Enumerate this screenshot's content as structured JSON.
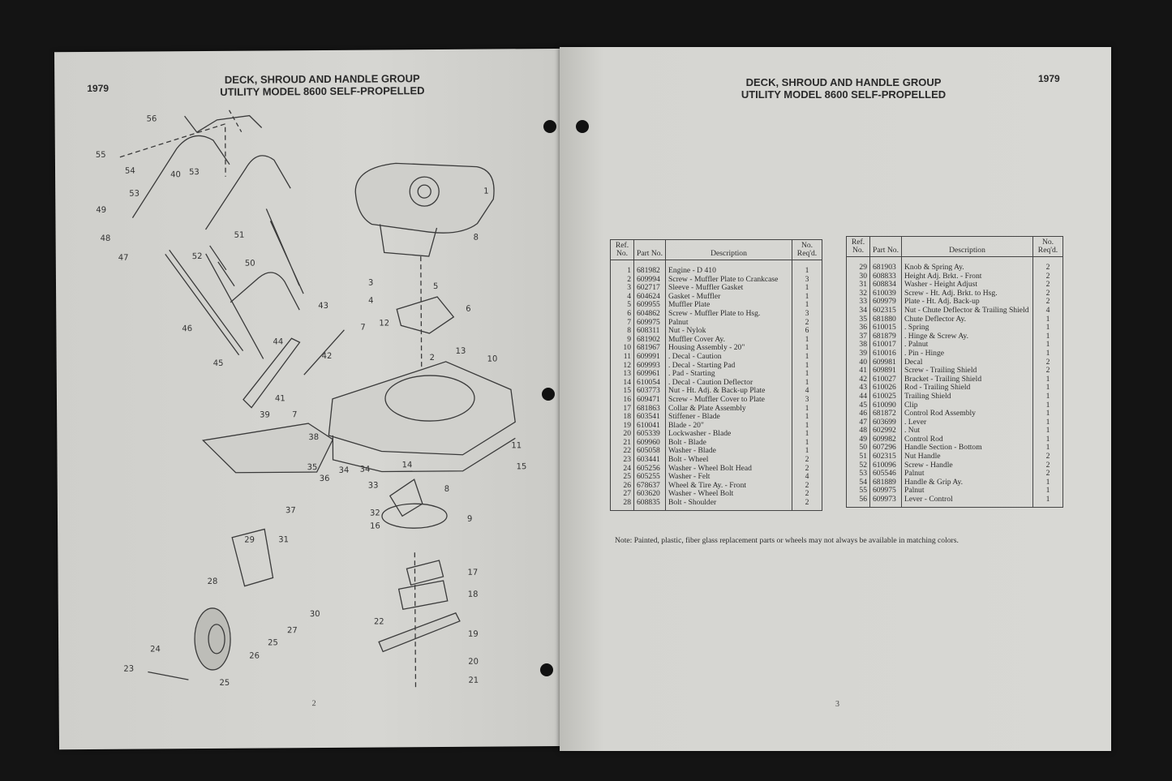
{
  "left_page": {
    "year": "1979",
    "title_line1": "DECK, SHROUD AND HANDLE GROUP",
    "title_line2": "UTILITY MODEL 8600 SELF-PROPELLED",
    "page_number": "2",
    "diagram": {
      "description": "Exploded parts diagram of lawn mower deck, shroud and handle",
      "callouts": [
        "1",
        "2",
        "3",
        "4",
        "5",
        "6",
        "7",
        "8",
        "9",
        "10",
        "11",
        "12",
        "13",
        "14",
        "15",
        "16",
        "17",
        "18",
        "19",
        "20",
        "21",
        "22",
        "23",
        "24",
        "25",
        "26",
        "27",
        "28",
        "29",
        "30",
        "31",
        "32",
        "33",
        "34",
        "35",
        "36",
        "37",
        "38",
        "39",
        "40",
        "41",
        "42",
        "43",
        "44",
        "45",
        "46",
        "47",
        "48",
        "49",
        "50",
        "51",
        "52",
        "53",
        "54",
        "55",
        "56"
      ]
    }
  },
  "right_page": {
    "year": "1979",
    "title_line1": "DECK, SHROUD AND HANDLE GROUP",
    "title_line2": "UTILITY MODEL 8600 SELF-PROPELLED",
    "page_number": "3",
    "table_headers": {
      "ref": "Ref. No.",
      "part": "Part No.",
      "desc": "Description",
      "qty": "No. Req'd."
    },
    "table_left": [
      {
        "ref": "1",
        "part": "681982",
        "desc": "Engine - D 410",
        "qty": "1"
      },
      {
        "ref": "2",
        "part": "609994",
        "desc": "Screw - Muffler Plate to Crankcase",
        "qty": "3"
      },
      {
        "ref": "3",
        "part": "602717",
        "desc": "Sleeve - Muffler Gasket",
        "qty": "1"
      },
      {
        "ref": "4",
        "part": "604624",
        "desc": "Gasket - Muffler",
        "qty": "1"
      },
      {
        "ref": "5",
        "part": "609955",
        "desc": "Muffler Plate",
        "qty": "1"
      },
      {
        "ref": "6",
        "part": "604862",
        "desc": "Screw - Muffler Plate to Hsg.",
        "qty": "3"
      },
      {
        "ref": "7",
        "part": "609975",
        "desc": "Palnut",
        "qty": "2"
      },
      {
        "ref": "8",
        "part": "608311",
        "desc": "Nut - Nylok",
        "qty": "6"
      },
      {
        "ref": "9",
        "part": "681902",
        "desc": "Muffler Cover Ay.",
        "qty": "1"
      },
      {
        "ref": "10",
        "part": "681967",
        "desc": "Housing Assembly - 20\"",
        "qty": "1"
      },
      {
        "ref": "11",
        "part": "609991",
        "desc": ". Decal - Caution",
        "qty": "1"
      },
      {
        "ref": "12",
        "part": "609993",
        "desc": ". Decal - Starting Pad",
        "qty": "1"
      },
      {
        "ref": "13",
        "part": "609961",
        "desc": ". Pad - Starting",
        "qty": "1"
      },
      {
        "ref": "14",
        "part": "610054",
        "desc": ". Decal - Caution Deflector",
        "qty": "1"
      },
      {
        "ref": "15",
        "part": "603773",
        "desc": "Nut - Ht. Adj. & Back-up Plate",
        "qty": "4"
      },
      {
        "ref": "16",
        "part": "609471",
        "desc": "Screw - Muffler Cover to Plate",
        "qty": "3"
      },
      {
        "ref": "17",
        "part": "681863",
        "desc": "Collar & Plate Assembly",
        "qty": "1"
      },
      {
        "ref": "18",
        "part": "603541",
        "desc": "Stiffener - Blade",
        "qty": "1"
      },
      {
        "ref": "19",
        "part": "610041",
        "desc": "Blade - 20\"",
        "qty": "1"
      },
      {
        "ref": "20",
        "part": "605339",
        "desc": "Lockwasher - Blade",
        "qty": "1"
      },
      {
        "ref": "21",
        "part": "609960",
        "desc": "Bolt - Blade",
        "qty": "1"
      },
      {
        "ref": "22",
        "part": "605058",
        "desc": "Washer - Blade",
        "qty": "1"
      },
      {
        "ref": "23",
        "part": "603441",
        "desc": "Bolt - Wheel",
        "qty": "2"
      },
      {
        "ref": "24",
        "part": "605256",
        "desc": "Washer - Wheel Bolt Head",
        "qty": "2"
      },
      {
        "ref": "25",
        "part": "605255",
        "desc": "Washer - Felt",
        "qty": "4"
      },
      {
        "ref": "26",
        "part": "678637",
        "desc": "Wheel & Tire Ay. - Front",
        "qty": "2"
      },
      {
        "ref": "27",
        "part": "603620",
        "desc": "Washer - Wheel Bolt",
        "qty": "2"
      },
      {
        "ref": "28",
        "part": "608835",
        "desc": "Bolt - Shoulder",
        "qty": "2"
      }
    ],
    "table_right": [
      {
        "ref": "29",
        "part": "681903",
        "desc": "Knob & Spring Ay.",
        "qty": "2"
      },
      {
        "ref": "30",
        "part": "608833",
        "desc": "Height Adj. Brkt. - Front",
        "qty": "2"
      },
      {
        "ref": "31",
        "part": "608834",
        "desc": "Washer - Height Adjust",
        "qty": "2"
      },
      {
        "ref": "32",
        "part": "610039",
        "desc": "Screw - Ht. Adj. Brkt. to Hsg.",
        "qty": "2"
      },
      {
        "ref": "33",
        "part": "609979",
        "desc": "Plate - Ht. Adj. Back-up",
        "qty": "2"
      },
      {
        "ref": "34",
        "part": "602315",
        "desc": "Nut - Chute Deflector & Trailing Shield",
        "qty": "4"
      },
      {
        "ref": "35",
        "part": "681880",
        "desc": "Chute Deflector Ay.",
        "qty": "1"
      },
      {
        "ref": "36",
        "part": "610015",
        "desc": ". Spring",
        "qty": "1"
      },
      {
        "ref": "37",
        "part": "681879",
        "desc": ". Hinge & Screw Ay.",
        "qty": "1"
      },
      {
        "ref": "38",
        "part": "610017",
        "desc": ". Palnut",
        "qty": "1"
      },
      {
        "ref": "39",
        "part": "610016",
        "desc": ". Pin - Hinge",
        "qty": "1"
      },
      {
        "ref": "40",
        "part": "609981",
        "desc": "Decal",
        "qty": "2"
      },
      {
        "ref": "41",
        "part": "609891",
        "desc": "Screw - Trailing Shield",
        "qty": "2"
      },
      {
        "ref": "42",
        "part": "610027",
        "desc": "Bracket - Trailing Shield",
        "qty": "1"
      },
      {
        "ref": "43",
        "part": "610026",
        "desc": "Rod - Trailing Shield",
        "qty": "1"
      },
      {
        "ref": "44",
        "part": "610025",
        "desc": "Trailing Shield",
        "qty": "1"
      },
      {
        "ref": "45",
        "part": "610090",
        "desc": "Clip",
        "qty": "1"
      },
      {
        "ref": "46",
        "part": "681872",
        "desc": "Control Rod Assembly",
        "qty": "1"
      },
      {
        "ref": "47",
        "part": "603699",
        "desc": ". Lever",
        "qty": "1"
      },
      {
        "ref": "48",
        "part": "602992",
        "desc": ". Nut",
        "qty": "1"
      },
      {
        "ref": "49",
        "part": "609982",
        "desc": "Control Rod",
        "qty": "1"
      },
      {
        "ref": "50",
        "part": "607296",
        "desc": "Handle Section - Bottom",
        "qty": "1"
      },
      {
        "ref": "51",
        "part": "602315",
        "desc": "Nut Handle",
        "qty": "2"
      },
      {
        "ref": "52",
        "part": "610096",
        "desc": "Screw - Handle",
        "qty": "2"
      },
      {
        "ref": "53",
        "part": "605546",
        "desc": "Palnut",
        "qty": "2"
      },
      {
        "ref": "54",
        "part": "681889",
        "desc": "Handle & Grip Ay.",
        "qty": "1"
      },
      {
        "ref": "55",
        "part": "609975",
        "desc": "Palnut",
        "qty": "1"
      },
      {
        "ref": "56",
        "part": "609973",
        "desc": "Lever - Control",
        "qty": "1"
      }
    ],
    "note": "Note: Painted, plastic, fiber glass replacement parts or wheels may not always be available in matching colors."
  }
}
